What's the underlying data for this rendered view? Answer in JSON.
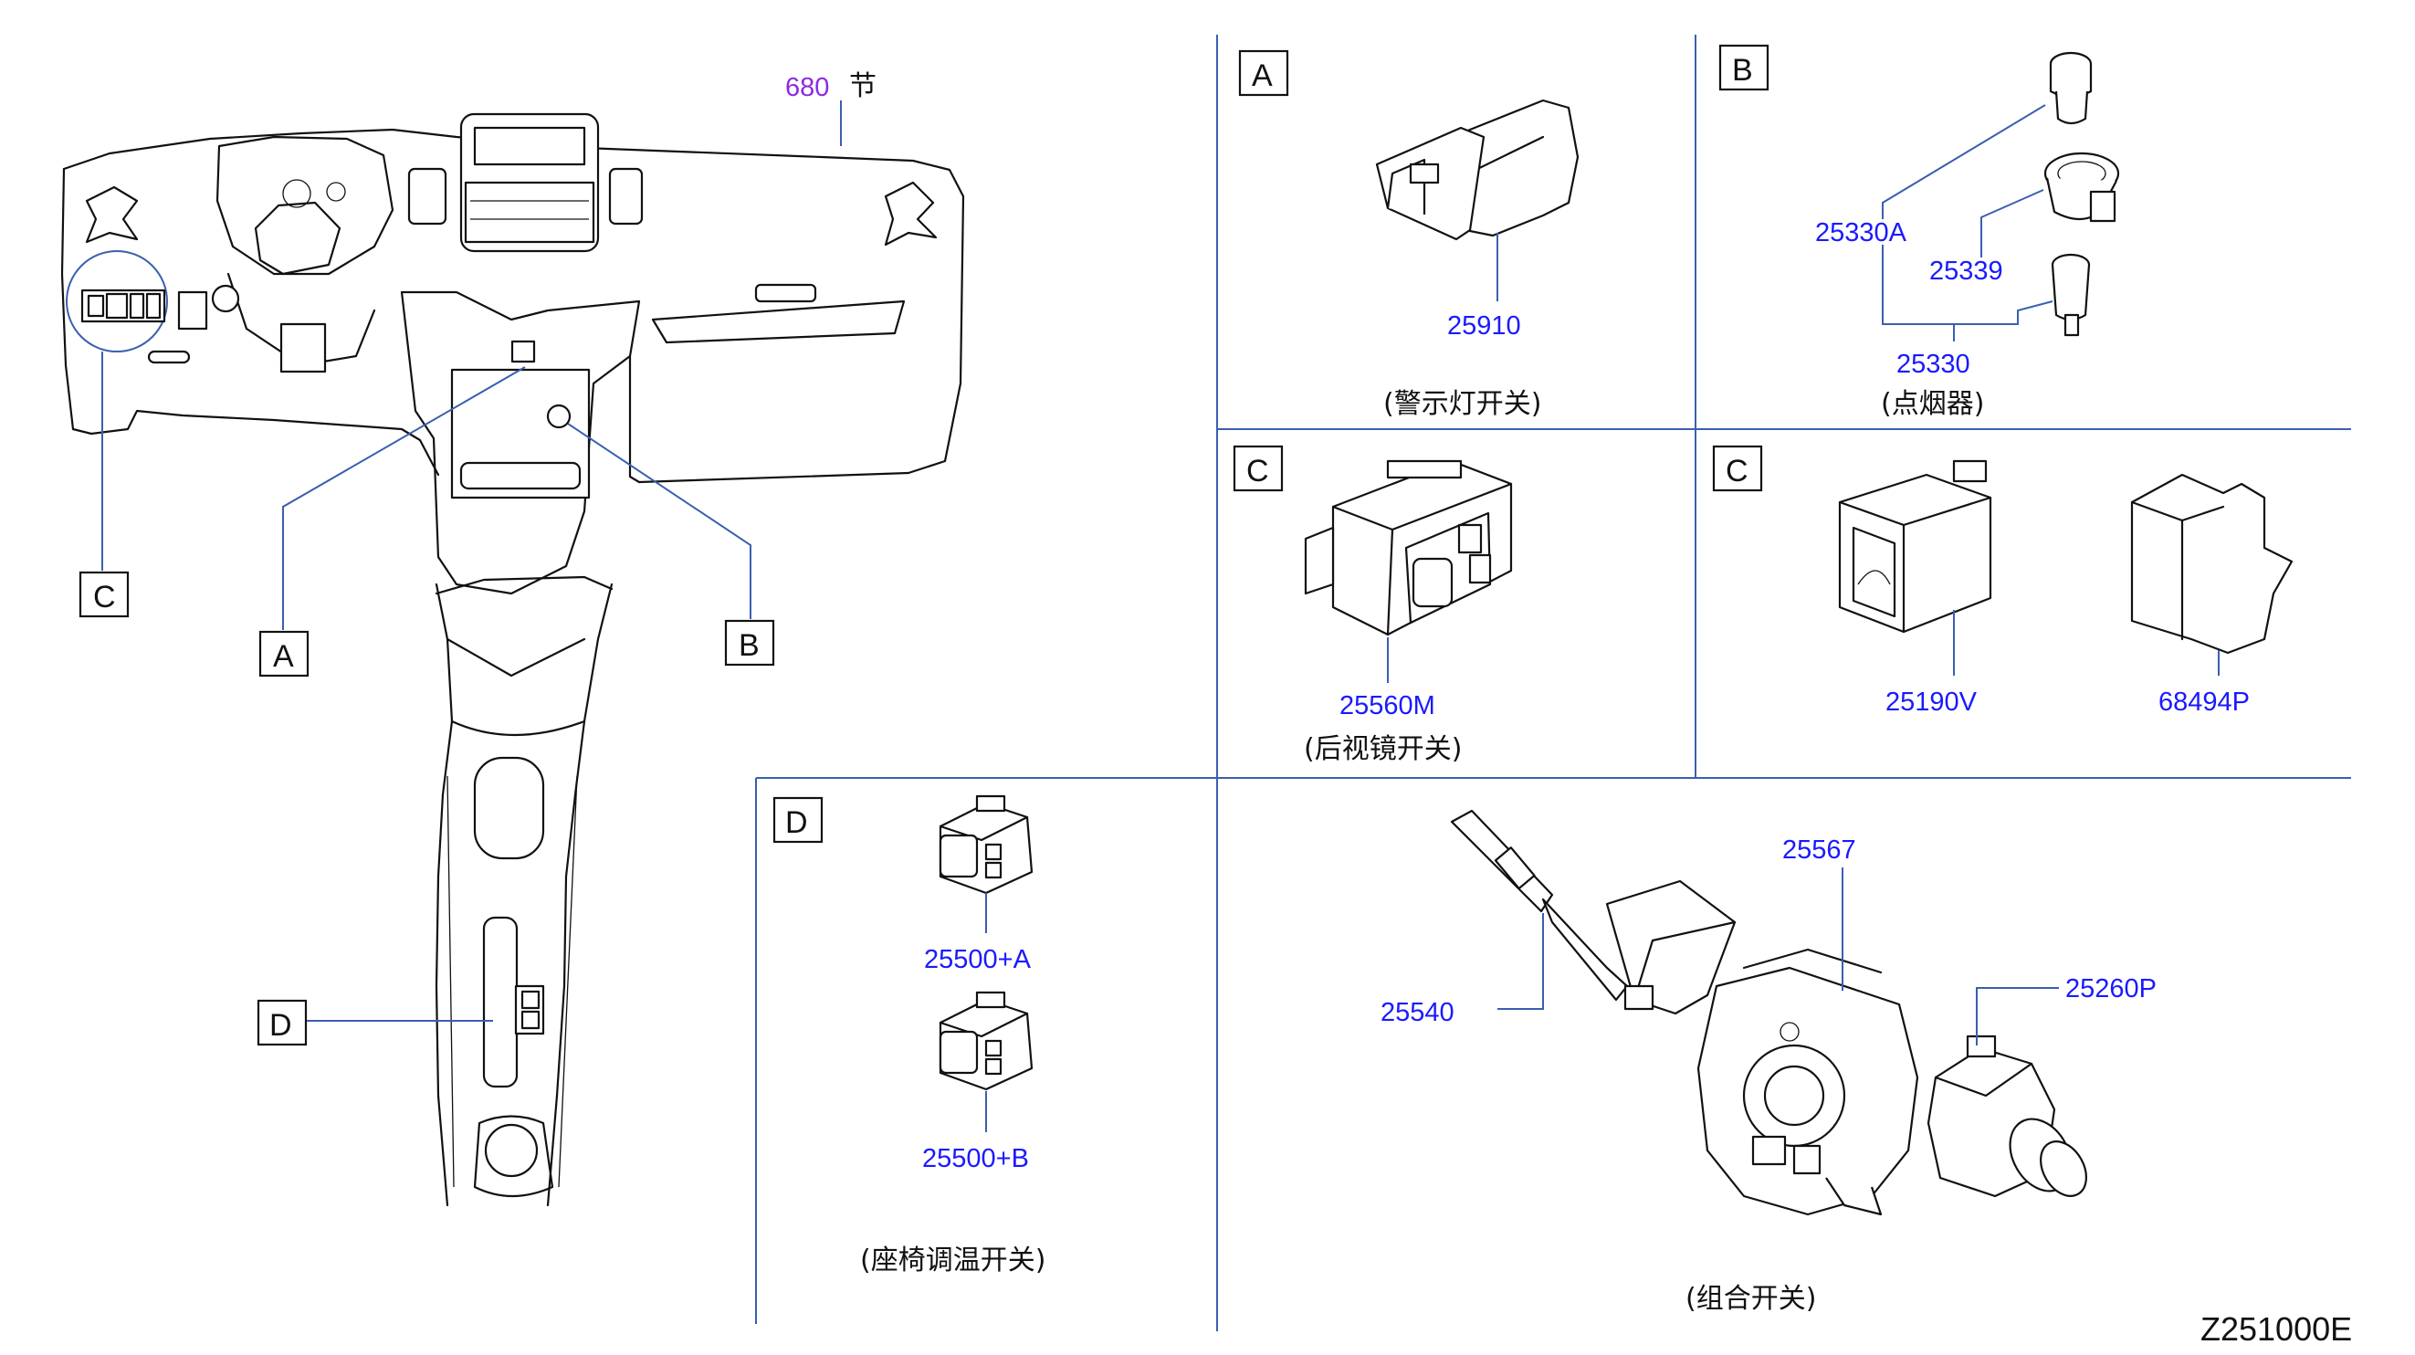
{
  "section": {
    "number": "680",
    "suffix": "节"
  },
  "callouts": {
    "A": "A",
    "B": "B",
    "C": "C",
    "D": "D"
  },
  "panel_a": {
    "letter": "A",
    "part": "25910",
    "caption": "(警示灯开关)"
  },
  "panel_b": {
    "letter": "B",
    "parts": [
      "25330A",
      "25339",
      "25330"
    ],
    "caption": "(点烟器)"
  },
  "panel_c1": {
    "letter": "C",
    "part": "25560M",
    "caption": "(后视镜开关)"
  },
  "panel_c2": {
    "letter": "C",
    "parts": [
      "25190V",
      "68494P"
    ]
  },
  "panel_d": {
    "letter": "D",
    "parts": [
      "25500+A",
      "25500+B"
    ],
    "caption": "(座椅调温开关)"
  },
  "panel_combo": {
    "parts": [
      "25567",
      "25540",
      "25260P"
    ],
    "caption": "(组合开关)"
  },
  "diagram_code": "Z251000E",
  "colors": {
    "part_number": "#1a1aff",
    "section_number": "#8a2be2",
    "leader": "#3a5fb0"
  }
}
